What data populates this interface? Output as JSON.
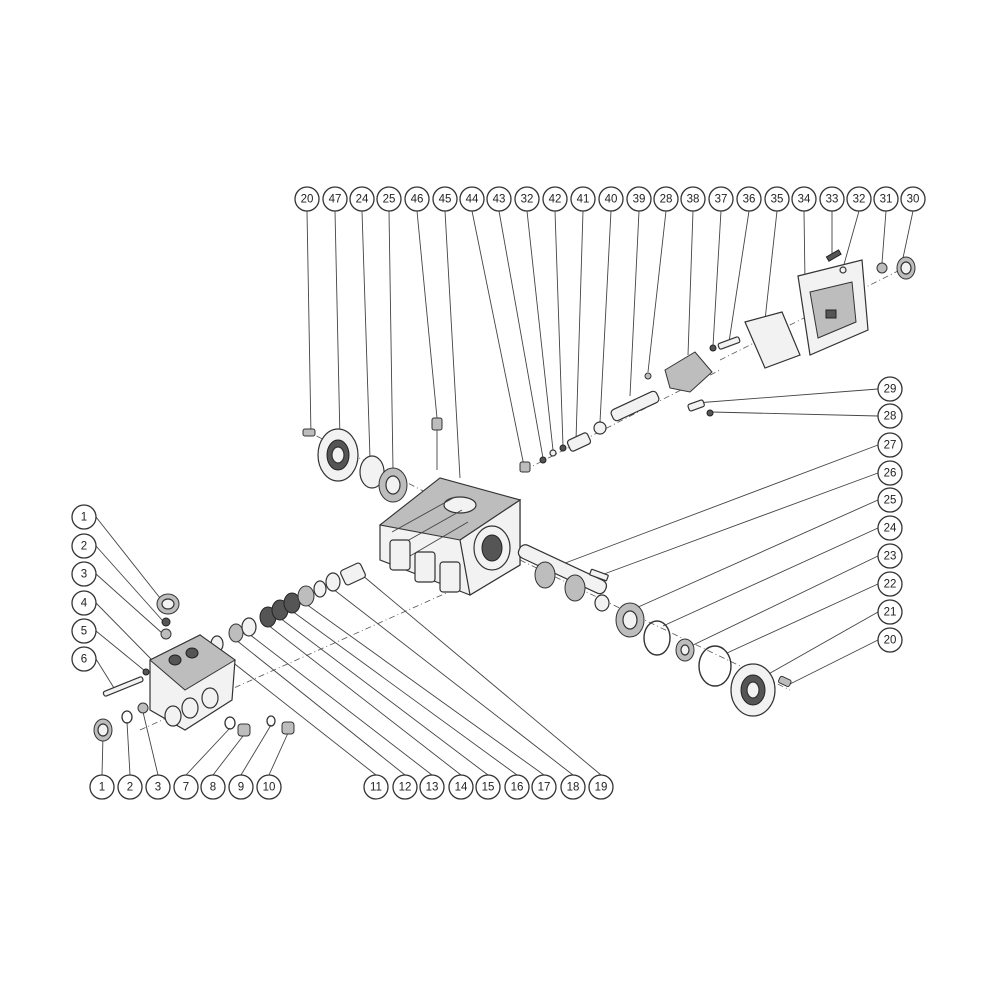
{
  "callouts": {
    "top": [
      "20",
      "47",
      "24",
      "25",
      "46",
      "45",
      "44",
      "43",
      "32",
      "42",
      "41",
      "40",
      "39",
      "28",
      "38",
      "37",
      "36",
      "35",
      "34",
      "33",
      "32",
      "31",
      "30"
    ],
    "right": [
      "29",
      "28",
      "27",
      "26",
      "25",
      "24",
      "23",
      "22",
      "21",
      "20"
    ],
    "left": [
      "1",
      "2",
      "3",
      "4",
      "5",
      "6"
    ],
    "bottom_left": [
      "1",
      "2",
      "3",
      "7",
      "8",
      "9",
      "10"
    ],
    "bottom_mid": [
      "11",
      "12",
      "13",
      "14",
      "15",
      "16",
      "17",
      "18",
      "19"
    ]
  }
}
